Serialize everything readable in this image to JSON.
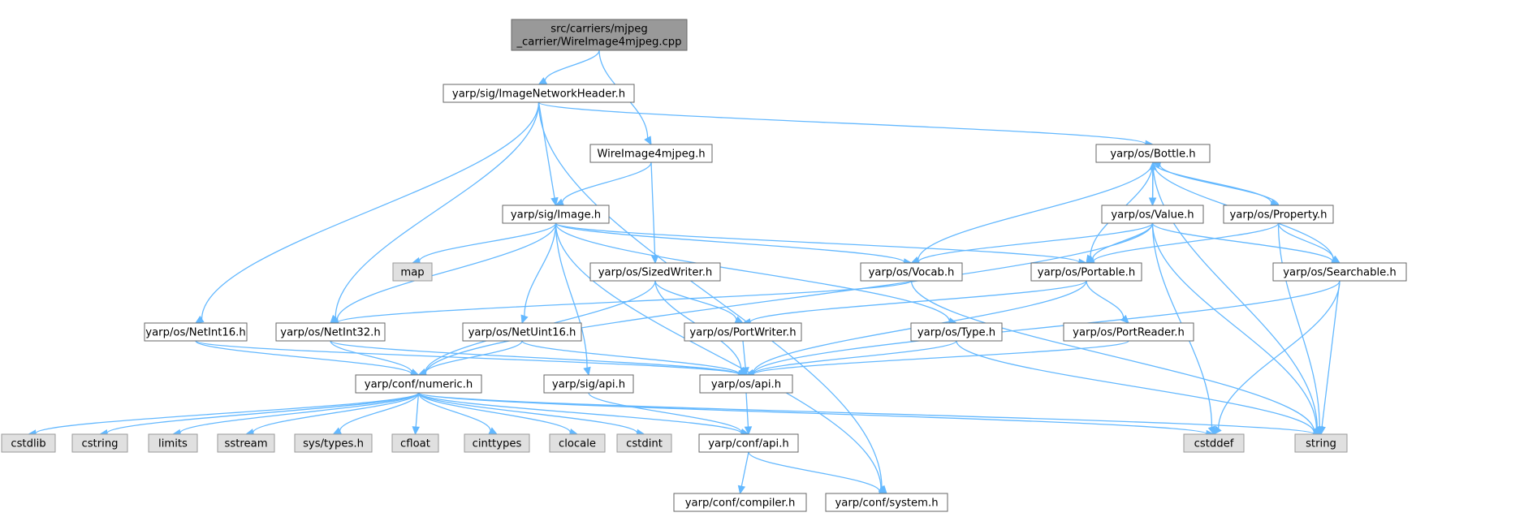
{
  "colors": {
    "root_fill": "#999999",
    "root_stroke": "#666666",
    "file_fill": "#ffffff",
    "file_stroke": "#666666",
    "system_fill": "#e0e0e0",
    "system_stroke": "#999999",
    "edge": "#63b8ff",
    "text": "#000000"
  },
  "nodes": [
    {
      "id": "root",
      "label": [
        "src/carriers/mjpeg",
        "_carrier/WireImage4mjpeg.cpp"
      ],
      "kind": "root"
    },
    {
      "id": "imgnethdr",
      "label": [
        "yarp/sig/ImageNetworkHeader.h"
      ],
      "kind": "file"
    },
    {
      "id": "wire",
      "label": [
        "WireImage4mjpeg.h"
      ],
      "kind": "file"
    },
    {
      "id": "bottle",
      "label": [
        "yarp/os/Bottle.h"
      ],
      "kind": "file"
    },
    {
      "id": "image",
      "label": [
        "yarp/sig/Image.h"
      ],
      "kind": "file"
    },
    {
      "id": "value",
      "label": [
        "yarp/os/Value.h"
      ],
      "kind": "file"
    },
    {
      "id": "property",
      "label": [
        "yarp/os/Property.h"
      ],
      "kind": "file"
    },
    {
      "id": "map",
      "label": [
        "map"
      ],
      "kind": "system"
    },
    {
      "id": "sizedwriter",
      "label": [
        "yarp/os/SizedWriter.h"
      ],
      "kind": "file"
    },
    {
      "id": "vocab",
      "label": [
        "yarp/os/Vocab.h"
      ],
      "kind": "file"
    },
    {
      "id": "portable",
      "label": [
        "yarp/os/Portable.h"
      ],
      "kind": "file"
    },
    {
      "id": "searchable",
      "label": [
        "yarp/os/Searchable.h"
      ],
      "kind": "file"
    },
    {
      "id": "netint16",
      "label": [
        "yarp/os/NetInt16.h"
      ],
      "kind": "file"
    },
    {
      "id": "netint32",
      "label": [
        "yarp/os/NetInt32.h"
      ],
      "kind": "file"
    },
    {
      "id": "netuint16",
      "label": [
        "yarp/os/NetUint16.h"
      ],
      "kind": "file"
    },
    {
      "id": "portwriter",
      "label": [
        "yarp/os/PortWriter.h"
      ],
      "kind": "file"
    },
    {
      "id": "type",
      "label": [
        "yarp/os/Type.h"
      ],
      "kind": "file"
    },
    {
      "id": "portreader",
      "label": [
        "yarp/os/PortReader.h"
      ],
      "kind": "file"
    },
    {
      "id": "numeric",
      "label": [
        "yarp/conf/numeric.h"
      ],
      "kind": "file"
    },
    {
      "id": "sigapi",
      "label": [
        "yarp/sig/api.h"
      ],
      "kind": "file"
    },
    {
      "id": "osapi",
      "label": [
        "yarp/os/api.h"
      ],
      "kind": "file"
    },
    {
      "id": "cstdlib",
      "label": [
        "cstdlib"
      ],
      "kind": "system"
    },
    {
      "id": "cstring",
      "label": [
        "cstring"
      ],
      "kind": "system"
    },
    {
      "id": "limits",
      "label": [
        "limits"
      ],
      "kind": "system"
    },
    {
      "id": "sstream",
      "label": [
        "sstream"
      ],
      "kind": "system"
    },
    {
      "id": "systypes",
      "label": [
        "sys/types.h"
      ],
      "kind": "system"
    },
    {
      "id": "cfloat",
      "label": [
        "cfloat"
      ],
      "kind": "system"
    },
    {
      "id": "cinttypes",
      "label": [
        "cinttypes"
      ],
      "kind": "system"
    },
    {
      "id": "clocale",
      "label": [
        "clocale"
      ],
      "kind": "system"
    },
    {
      "id": "cstdint",
      "label": [
        "cstdint"
      ],
      "kind": "system"
    },
    {
      "id": "confapi",
      "label": [
        "yarp/conf/api.h"
      ],
      "kind": "file"
    },
    {
      "id": "cstddef",
      "label": [
        "cstddef"
      ],
      "kind": "system"
    },
    {
      "id": "string",
      "label": [
        "string"
      ],
      "kind": "system"
    },
    {
      "id": "compiler",
      "label": [
        "yarp/conf/compiler.h"
      ],
      "kind": "file"
    },
    {
      "id": "system",
      "label": [
        "yarp/conf/system.h"
      ],
      "kind": "file"
    }
  ],
  "edges": [
    [
      "root",
      "imgnethdr"
    ],
    [
      "root",
      "wire"
    ],
    [
      "imgnethdr",
      "bottle"
    ],
    [
      "imgnethdr",
      "image"
    ],
    [
      "imgnethdr",
      "netint16"
    ],
    [
      "imgnethdr",
      "netint32"
    ],
    [
      "imgnethdr",
      "system"
    ],
    [
      "wire",
      "image"
    ],
    [
      "wire",
      "sizedwriter"
    ],
    [
      "bottle",
      "value"
    ],
    [
      "bottle",
      "vocab"
    ],
    [
      "bottle",
      "portable"
    ],
    [
      "bottle",
      "searchable"
    ],
    [
      "bottle",
      "property"
    ],
    [
      "bottle",
      "string"
    ],
    [
      "value",
      "bottle"
    ],
    [
      "value",
      "vocab"
    ],
    [
      "value",
      "portable"
    ],
    [
      "value",
      "searchable"
    ],
    [
      "value",
      "numeric"
    ],
    [
      "value",
      "cstddef"
    ],
    [
      "value",
      "string"
    ],
    [
      "property",
      "bottle"
    ],
    [
      "property",
      "portable"
    ],
    [
      "property",
      "searchable"
    ],
    [
      "property",
      "string"
    ],
    [
      "image",
      "map"
    ],
    [
      "image",
      "vocab"
    ],
    [
      "image",
      "portable"
    ],
    [
      "image",
      "netint32"
    ],
    [
      "image",
      "netuint16"
    ],
    [
      "image",
      "type"
    ],
    [
      "image",
      "sigapi"
    ],
    [
      "image",
      "system"
    ],
    [
      "sizedwriter",
      "portwriter"
    ],
    [
      "sizedwriter",
      "osapi"
    ],
    [
      "sizedwriter",
      "numeric"
    ],
    [
      "vocab",
      "netint32"
    ],
    [
      "vocab",
      "string"
    ],
    [
      "portable",
      "portreader"
    ],
    [
      "portable",
      "portwriter"
    ],
    [
      "portable",
      "osapi"
    ],
    [
      "searchable",
      "osapi"
    ],
    [
      "searchable",
      "cstddef"
    ],
    [
      "searchable",
      "string"
    ],
    [
      "netint16",
      "numeric"
    ],
    [
      "netint16",
      "osapi"
    ],
    [
      "netint32",
      "numeric"
    ],
    [
      "netint32",
      "osapi"
    ],
    [
      "netuint16",
      "numeric"
    ],
    [
      "netuint16",
      "osapi"
    ],
    [
      "portwriter",
      "osapi"
    ],
    [
      "type",
      "osapi"
    ],
    [
      "type",
      "string"
    ],
    [
      "portreader",
      "osapi"
    ],
    [
      "numeric",
      "cstdlib"
    ],
    [
      "numeric",
      "cstring"
    ],
    [
      "numeric",
      "limits"
    ],
    [
      "numeric",
      "sstream"
    ],
    [
      "numeric",
      "systypes"
    ],
    [
      "numeric",
      "cfloat"
    ],
    [
      "numeric",
      "cinttypes"
    ],
    [
      "numeric",
      "clocale"
    ],
    [
      "numeric",
      "cstdint"
    ],
    [
      "numeric",
      "confapi"
    ],
    [
      "numeric",
      "cstddef"
    ],
    [
      "numeric",
      "string"
    ],
    [
      "sigapi",
      "confapi"
    ],
    [
      "osapi",
      "confapi"
    ],
    [
      "confapi",
      "compiler"
    ],
    [
      "confapi",
      "system"
    ]
  ]
}
